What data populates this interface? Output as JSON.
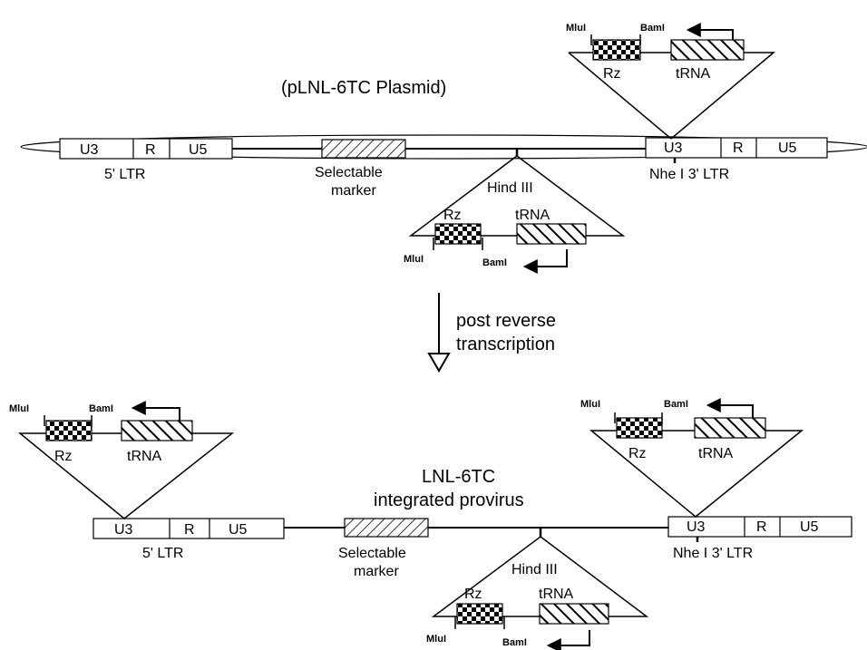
{
  "colors": {
    "ink": "#000000",
    "paper": "#ffffff"
  },
  "labels": {
    "plasmid_title": "(pLNL-6TC  Plasmid)",
    "provirus_title_1": "LNL-6TC",
    "provirus_title_2": "integrated   provirus",
    "step_1": "post   reverse",
    "step_2": "transcription",
    "ltr_u3": "U3",
    "ltr_r": "R",
    "ltr_u5": "U5",
    "ltr_5": "5'  LTR",
    "ltr_3": "Nhe I  3'  LTR",
    "marker_1": "Selectable",
    "marker_2": "marker",
    "hind": "Hind   III",
    "rz": "Rz",
    "trna": "tRNA",
    "mlu": "MluI",
    "bam": "BamI"
  }
}
